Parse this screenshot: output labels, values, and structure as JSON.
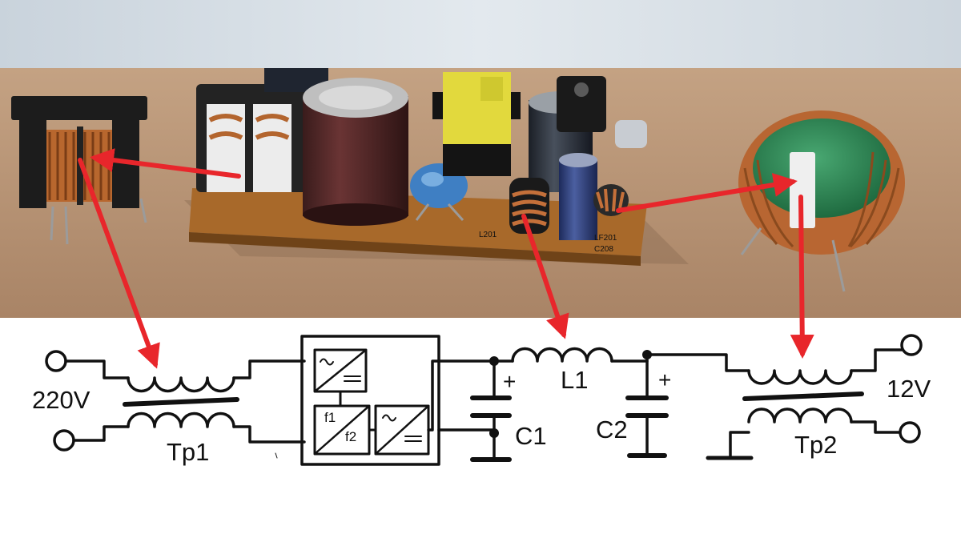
{
  "labels": {
    "input_voltage": "220V",
    "output_voltage": "12V",
    "transformer_in": "Tp1",
    "transformer_out": "Tp2",
    "inductor": "L1",
    "capacitor_1": "C1",
    "capacitor_2": "C2",
    "plus_c1": "+",
    "plus_c2": "+",
    "freq_in": "f1",
    "freq_out": "f2"
  },
  "pcb_markings": {
    "l201": "L201",
    "c208": "C208",
    "lf201": "LF201"
  },
  "colors": {
    "arrow": "#e8262b",
    "wire": "#111111",
    "board": "#a8692a",
    "floor": "#b59272",
    "wall": "#d9e2ea",
    "copper": "#c4703a",
    "toroid_core": "#2e8a55",
    "electrolytic_cap": "#4a2222",
    "y_cap": "#3f7fc3",
    "transformer_bobbin": "#e2d93d"
  }
}
